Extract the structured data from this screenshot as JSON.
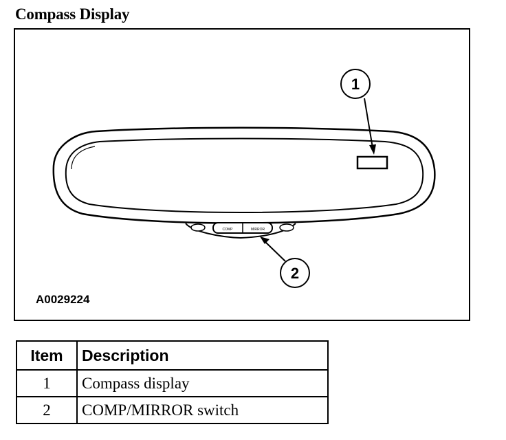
{
  "title": "Compass Display",
  "figure_id": "A0029224",
  "callouts": [
    "1",
    "2"
  ],
  "switch_labels": {
    "left": "COMP",
    "right": "MIRROR"
  },
  "legend": {
    "headers": {
      "item": "Item",
      "description": "Description"
    },
    "rows": [
      {
        "item": "1",
        "description": "Compass display"
      },
      {
        "item": "2",
        "description": "COMP/MIRROR switch"
      }
    ]
  }
}
